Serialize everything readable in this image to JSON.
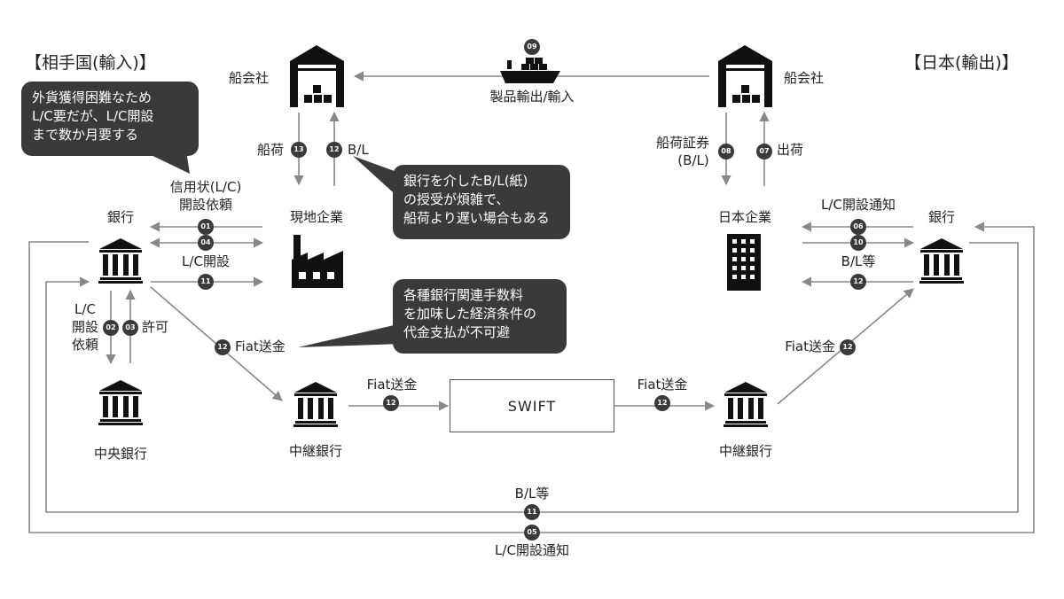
{
  "headings": {
    "left": "【相手国(輸入)】",
    "right": "【日本(輸出)】"
  },
  "nodes": {
    "shipping_left": "船会社",
    "shipping_right": "船会社",
    "bank_left": "銀行",
    "bank_right": "銀行",
    "local_company": "現地企業",
    "japan_company": "日本企業",
    "central_bank": "中央銀行",
    "relay_left": "中継銀行",
    "relay_right": "中継銀行",
    "swift": "SWIFT"
  },
  "edges": {
    "export_import": {
      "num": "09",
      "label": "製品輸出/輸入"
    },
    "cargo_left": {
      "num": "13",
      "label": "船荷"
    },
    "bl_left": {
      "num": "12",
      "label": "B/L"
    },
    "bill_right": {
      "num": "08",
      "label_line1": "船荷証券",
      "label_line2": "(B/L)"
    },
    "shipment": {
      "num": "07",
      "label": "出荷"
    },
    "lc_request": {
      "num": "01",
      "label_line1": "信用状(L/C)",
      "label_line2": "開設依頼"
    },
    "edge_04": {
      "num": "04"
    },
    "lc_open": {
      "num": "11",
      "label": "L/C開設"
    },
    "lc_notice": {
      "num": "06",
      "label": "L/C開設通知"
    },
    "edge_10": {
      "num": "10"
    },
    "bl_etc_right": {
      "num": "12",
      "label": "B/L等"
    },
    "lc_req_central": {
      "num": "02",
      "label_line1": "L/C",
      "label_line2": "開設",
      "label_line3": "依頼"
    },
    "permission": {
      "num": "03",
      "label": "許可"
    },
    "fiat_1": {
      "num": "12",
      "label": "Fiat送金"
    },
    "fiat_2": {
      "num": "12",
      "label": "Fiat送金"
    },
    "fiat_3": {
      "num": "12",
      "label": "Fiat送金"
    },
    "fiat_4": {
      "num": "12",
      "label": "Fiat送金"
    },
    "bottom_bl": {
      "num": "11",
      "label": "B/L等"
    },
    "bottom_notice": {
      "num": "05",
      "label": "L/C開設通知"
    }
  },
  "callouts": {
    "fx": [
      "外貨獲得困難なため",
      "L/C要だが、L/C開設",
      "まで数か月要する"
    ],
    "bl_paper": [
      "銀行を介したB/L(紙)",
      "の授受が煩雑で、",
      "船荷より遅い場合もある"
    ],
    "fees": [
      "各種銀行関連手数料",
      "を加味した経済条件の",
      "代金支払が不可避"
    ]
  },
  "icons": [
    "warehouse-icon",
    "ship-icon",
    "bank-icon",
    "factory-icon",
    "office-building-icon"
  ],
  "colors": {
    "line": "#888888",
    "dark": "#3a3a3a",
    "icon": "#111111"
  }
}
